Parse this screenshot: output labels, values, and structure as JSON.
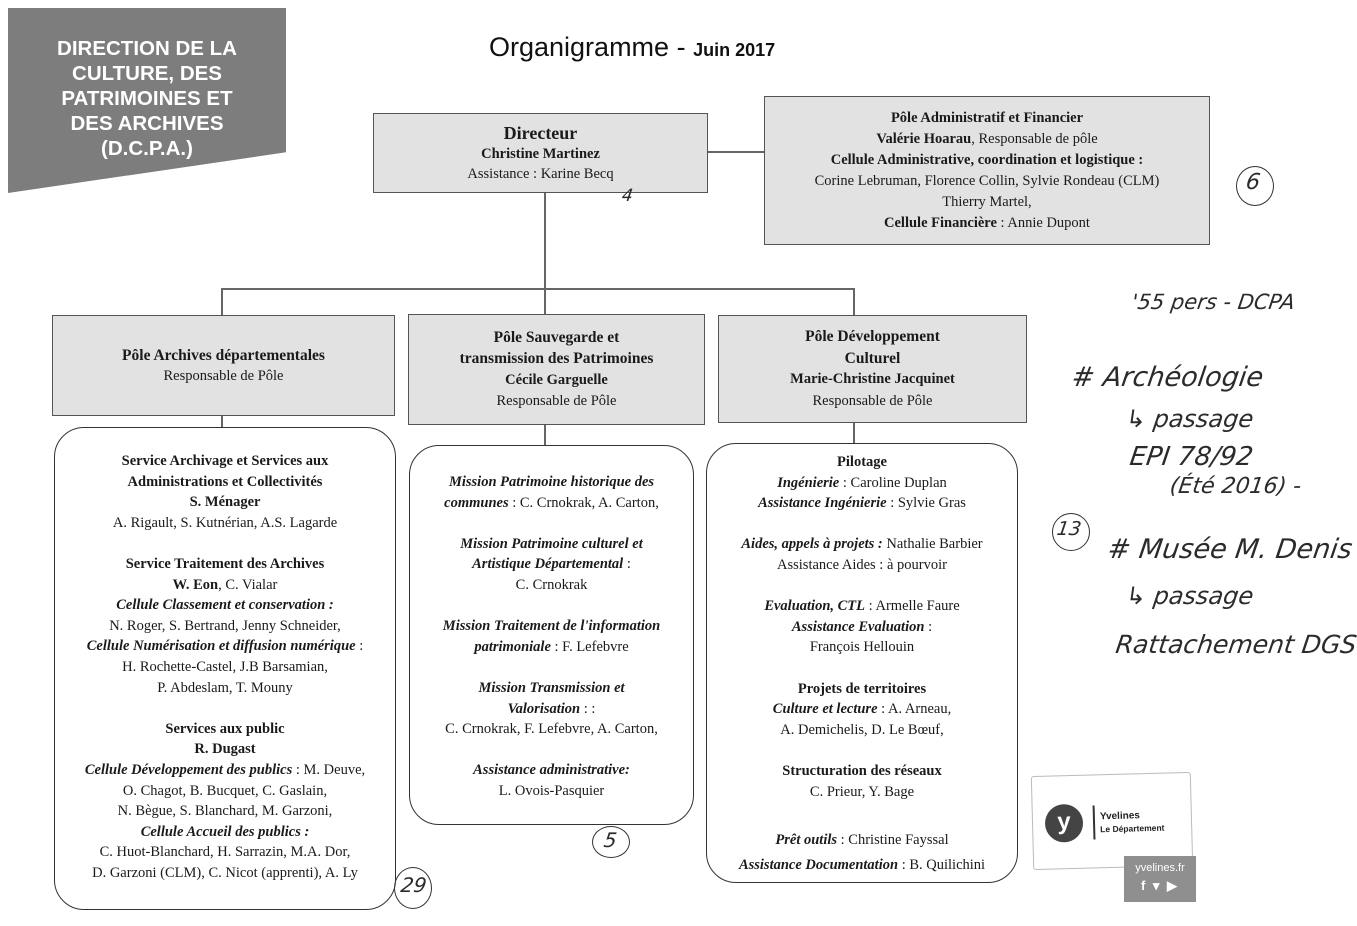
{
  "header": {
    "banner_lines": [
      "DIRECTION DE LA",
      "CULTURE, DES",
      "PATRIMOINES ET",
      "DES ARCHIVES",
      "(D.C.P.A.)"
    ],
    "title": "Organigramme - ",
    "date": "Juin 2017"
  },
  "directeur": {
    "title": "Directeur",
    "name": "Christine Martinez",
    "assistance": "Assistance : Karine Becq"
  },
  "pole_admin": {
    "title": "Pôle Administratif et Financier",
    "responsable_name": "Valérie Hoarau",
    "responsable_role": ", Responsable de pôle",
    "cellule_admin": "Cellule Administrative, coordination et logistique :",
    "members_1": "Corine Lebruman, Florence Collin, Sylvie Rondeau (CLM)",
    "members_2": "Thierry Martel,",
    "cellule_fin": "Cellule Financière",
    "cellule_fin_member": "  : Annie Dupont"
  },
  "poles": [
    {
      "lines": [
        "Pôle Archives départementales"
      ],
      "role": "Responsable de Pôle"
    },
    {
      "lines": [
        "Pôle Sauvegarde et",
        "transmission des Patrimoines",
        "Cécile Garguelle"
      ],
      "role": "Responsable de Pôle"
    },
    {
      "lines": [
        "Pôle Développement",
        "Culturel",
        "Marie-Christine Jacquinet"
      ],
      "role": "Responsable de Pôle"
    }
  ],
  "archives_services": {
    "s1_title_1": "Service  Archivage et Services aux",
    "s1_title_2": "Administrations et Collectivités",
    "s1_head": "S. Ménager",
    "s1_members": "A. Rigault, S. Kutnérian, A.S. Lagarde",
    "s2_title": "Service Traitement des Archives",
    "s2_head": "W. Eon",
    "s2_head_rest": ", C. Vialar",
    "s2_c1": "Cellule Classement et conservation :",
    "s2_c1_members": "N. Roger, S. Bertrand, Jenny Schneider,",
    "s2_c2": "Cellule Numérisation et diffusion numérique",
    "s2_c2_rest": " :",
    "s2_c2_members_1": "H. Rochette-Castel, J.B Barsamian,",
    "s2_c2_members_2": "P. Abdeslam, T. Mouny",
    "s3_title": "Services aux public",
    "s3_head": "R. Dugast",
    "s3_c1": "Cellule Développement des publics",
    "s3_c1_rest": " : M. Deuve,",
    "s3_c1_members_1": "O. Chagot, B. Bucquet, C. Gaslain,",
    "s3_c1_members_2": "N. Bègue, S. Blanchard, M. Garzoni,",
    "s3_c2": "Cellule Accueil des publics :",
    "s3_c2_members_1": "C. Huot-Blanchard, H. Sarrazin, M.A. Dor,",
    "s3_c2_members_2": "D. Garzoni (CLM), C. Nicot (apprenti), A. Ly"
  },
  "patrimoines_missions": {
    "m1_a": "Mission Patrimoine historique des",
    "m1_b": "communes",
    "m1_b_rest": " : C. Crnokrak, A. Carton,",
    "m2_a": "Mission Patrimoine culturel et",
    "m2_b": "Artistique Départemental",
    "m2_b_rest": " :",
    "m2_members": "C. Crnokrak",
    "m3_a": "Mission Traitement de l'information",
    "m3_b": "patrimoniale",
    "m3_b_rest": " : F. Lefebvre",
    "m4_a": "Mission Transmission et",
    "m4_b": "Valorisation",
    "m4_b_rest": " : :",
    "m4_members": "C. Crnokrak, F. Lefebvre, A. Carton,",
    "m5": "Assistance administrative:",
    "m5_members": "L. Ovois-Pasquier"
  },
  "culturel_services": {
    "pilotage": "Pilotage",
    "ing": "Ingénierie",
    "ing_rest": " : Caroline Duplan",
    "ass_ing": "Assistance Ingénierie",
    "ass_ing_rest": " : Sylvie Gras",
    "aides": "Aides, appels à projets :",
    "aides_rest": " Nathalie Barbier",
    "ass_aides": "Assistance Aides : à pourvoir",
    "eval": "Evaluation, CTL",
    "eval_rest": " : Armelle Faure",
    "ass_eval": "Assistance Evaluation",
    "ass_eval_rest": " :",
    "ass_eval_member": "François Hellouin",
    "projets": "Projets de territoires",
    "culture": "Culture et lecture",
    "culture_rest": " : A. Arneau,",
    "culture_members": "A. Demichelis, D. Le Bœuf,",
    "reseaux": "Structuration des réseaux",
    "reseaux_members": "C. Prieur, Y. Bage",
    "pret": "Prêt outils",
    "pret_rest": " : Christine Fayssal",
    "ass_doc": "Assistance Documentation",
    "ass_doc_rest": " : B. Quilichini"
  },
  "handwritten": {
    "note_1": "'55 pers - DCPA",
    "note_2": "# Archéologie",
    "note_3": "↳ passage",
    "note_4": "EPI 78/92",
    "note_5": "(Été 2016) -",
    "note_6": "# Musée M. Denis",
    "note_7": "↳ passage",
    "note_8": "Rattachement DGS -",
    "count_admin": "6",
    "count_13": "13",
    "count_29": "29",
    "count_5": "5",
    "mark_dir": "4"
  },
  "logo": {
    "mark": "y",
    "name": "Yvelines",
    "sub": "Le Département",
    "url": "yvelines.fr",
    "social": "f ▾ ▶"
  }
}
